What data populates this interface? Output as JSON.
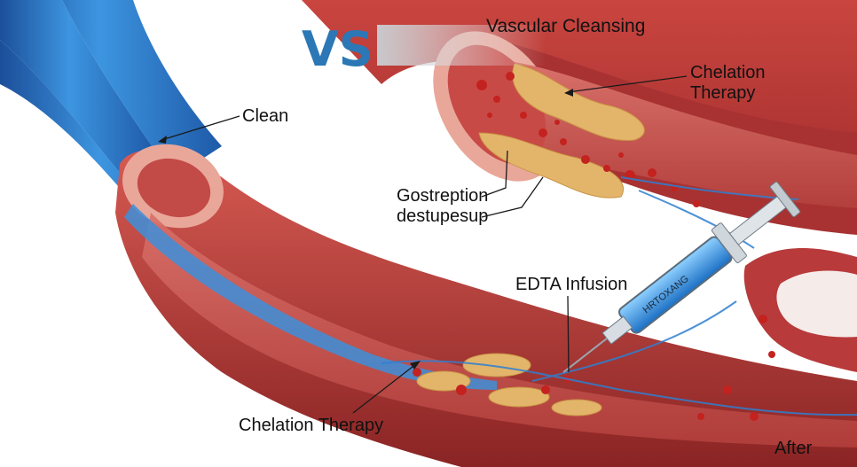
{
  "header": {
    "vs_text": "VS",
    "title": "Vascular Cleansing"
  },
  "labels": {
    "clean": "Clean",
    "chelation_therapy_top_line1": "Chelation",
    "chelation_therapy_top_line2": "Therapy",
    "plaque_line1": "Gostreption",
    "plaque_line2": "destupesup",
    "edta_infusion": "EDTA Infusion",
    "chelation_therapy_bottom": "Chelation Therapy",
    "after": "After",
    "syringe_print": "HRTOXANG"
  },
  "colors": {
    "blue_vessel": "#2f7fd0",
    "blue_vessel_dark": "#1c4f9a",
    "red_vessel": "#b83a3a",
    "red_vessel_dark": "#7d2020",
    "inner_wall": "#e9a79a",
    "lumen": "#c9504c",
    "plaque": "#e3b56b",
    "clot": "#c4221f",
    "vs_blue": "#2c77b5"
  }
}
